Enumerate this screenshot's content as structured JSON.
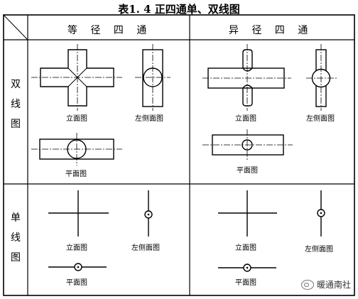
{
  "title": "表1. 4 正四通单、双线图",
  "header": {
    "col_equal": "等 径 四 通",
    "col_reducing": "异 径 四 通"
  },
  "rows": {
    "double_line": "双\n线\n图",
    "single_line": "单\n线\n图"
  },
  "captions": {
    "front_view": "立面图",
    "left_side_view": "左侧面图",
    "plan_view": "平面图"
  },
  "watermark": "暖通南社"
}
